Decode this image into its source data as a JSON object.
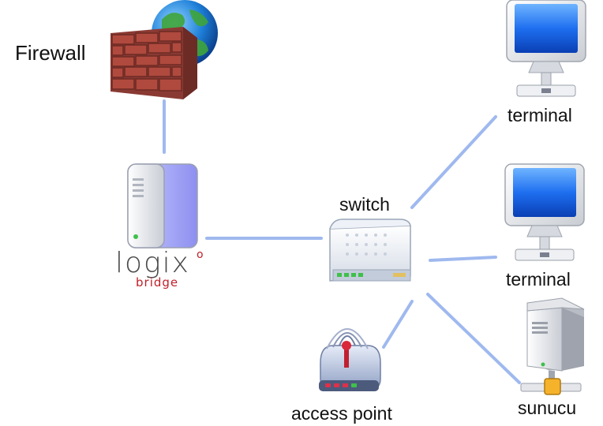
{
  "nodes": {
    "firewall": {
      "label": "Firewall",
      "icon": "firewall-globe-icon"
    },
    "bridge": {
      "brand": "logix",
      "brand_mark": "o",
      "sublabel": "bridge",
      "icon": "server-tower-icon"
    },
    "switch": {
      "label": "switch",
      "icon": "network-switch-icon"
    },
    "terminal_1": {
      "label": "terminal",
      "icon": "monitor-icon"
    },
    "terminal_2": {
      "label": "terminal",
      "icon": "monitor-icon"
    },
    "access_point": {
      "label": "access point",
      "icon": "wireless-router-icon"
    },
    "server": {
      "label": "sunucu",
      "icon": "server-icon"
    }
  },
  "edges": [
    [
      "firewall",
      "bridge"
    ],
    [
      "bridge",
      "switch"
    ],
    [
      "switch",
      "terminal_1"
    ],
    [
      "switch",
      "terminal_2"
    ],
    [
      "switch",
      "access_point"
    ],
    [
      "switch",
      "server"
    ]
  ],
  "colors": {
    "link": "#9fb9ef",
    "brick": "#a9453a",
    "screen": "#1e6ff0",
    "brand_red": "#c0202a"
  }
}
